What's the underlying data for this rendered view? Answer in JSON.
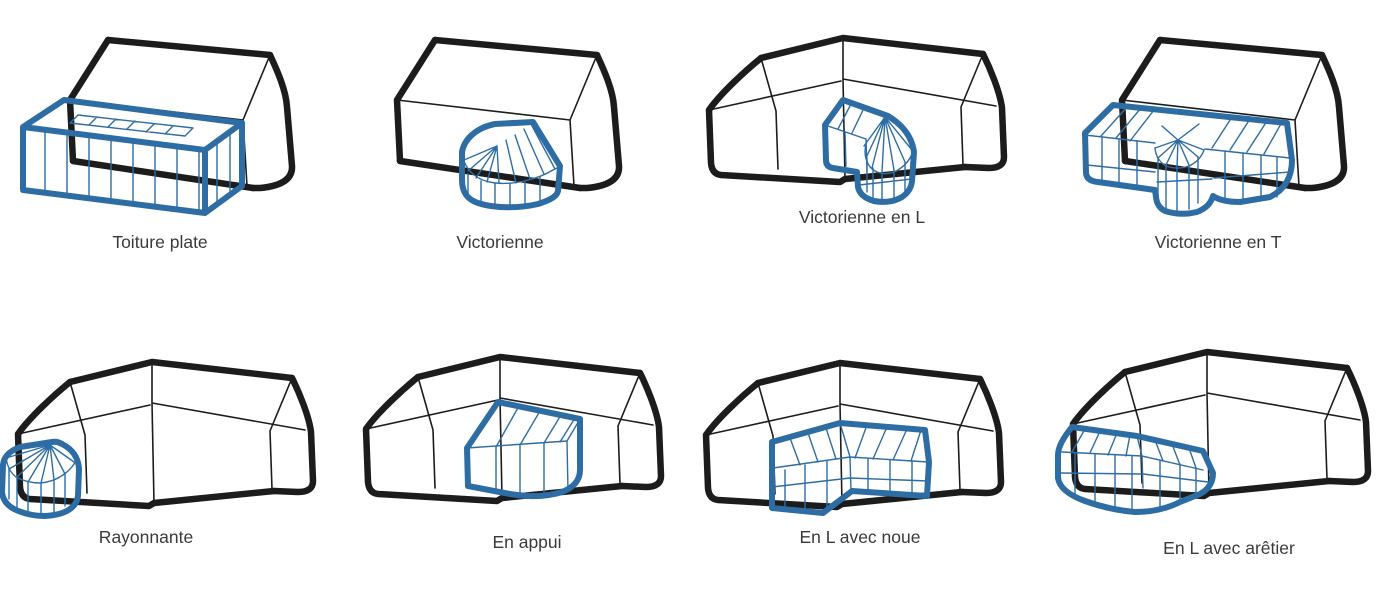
{
  "page": {
    "background": "#ffffff"
  },
  "palette": {
    "house_line": "#1c1c1c",
    "veranda_line": "#2e6da4",
    "label_text": "#3a3a3a"
  },
  "figures": [
    {
      "id": "toiture-plate",
      "label": "Toiture plate"
    },
    {
      "id": "victorienne",
      "label": "Victorienne"
    },
    {
      "id": "victorienne-en-l",
      "label": "Victorienne en L"
    },
    {
      "id": "victorienne-en-t",
      "label": "Victorienne en T"
    },
    {
      "id": "rayonnante",
      "label": "Rayonnante"
    },
    {
      "id": "en-appui",
      "label": "En appui"
    },
    {
      "id": "en-l-avec-noue",
      "label": "En L avec noue"
    },
    {
      "id": "en-l-avec-aretier",
      "label": "En L avec arêtier"
    }
  ]
}
